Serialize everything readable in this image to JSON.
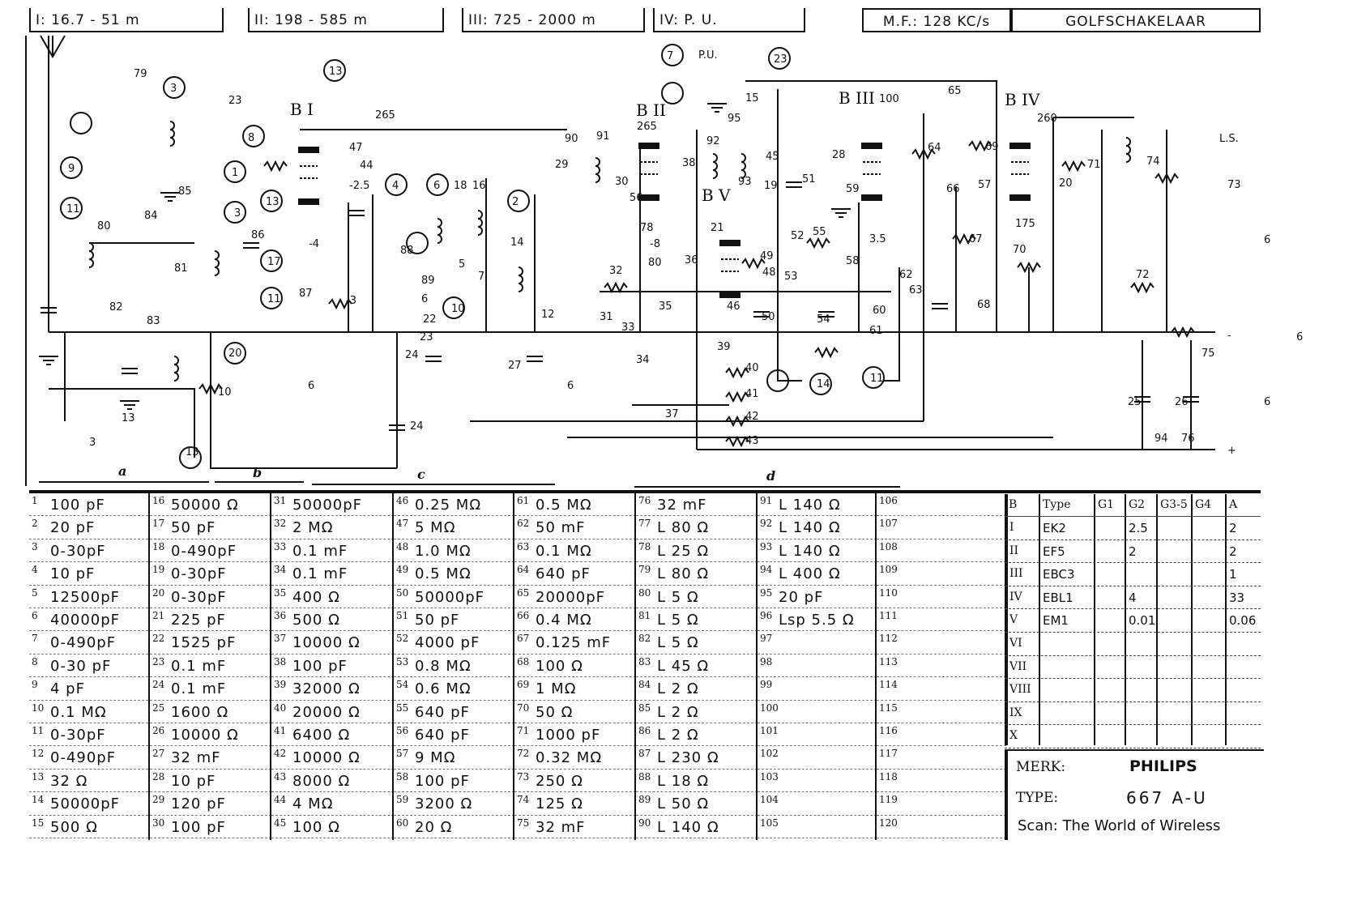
{
  "header": {
    "band_1": "I: 16.7 - 51 m",
    "band_2": "II: 198 - 585 m",
    "band_3": "III: 725 - 2000 m",
    "band_4": "IV:   P. U.",
    "mf": "M.F.: 128  KC/s",
    "title": "GOLFSCHAKELAAR"
  },
  "sections": [
    "a",
    "b",
    "c",
    "d"
  ],
  "schematic": {
    "tubes": [
      "B I",
      "B II",
      "B III",
      "B IV",
      "B V"
    ],
    "labels": [
      "13",
      "3",
      "23",
      "8",
      "9",
      "11",
      "1",
      "13",
      "17",
      "11",
      "4",
      "6",
      "18",
      "16",
      "2",
      "14",
      "3",
      "7",
      "23",
      "P.U.",
      "95",
      "265",
      "265",
      "260",
      "100",
      "65",
      "L.S.",
      "73",
      "20",
      "24",
      "25",
      "26",
      "94",
      "10",
      "14",
      "11",
      "-",
      "+",
      "3",
      "13",
      "20",
      "24",
      "27",
      "22",
      "10",
      "23",
      "29",
      "90",
      "91",
      "92",
      "93",
      "45",
      "38",
      "30",
      "31",
      "32",
      "33",
      "34",
      "35",
      "36",
      "37",
      "39",
      "40",
      "41",
      "42",
      "43",
      "48",
      "49",
      "50",
      "51",
      "52",
      "53",
      "54",
      "55",
      "58",
      "59",
      "60",
      "61",
      "62",
      "63",
      "64",
      "66",
      "67",
      "68",
      "69",
      "70",
      "71",
      "72",
      "74",
      "75",
      "76",
      "78",
      "79",
      "80",
      "81",
      "82",
      "83",
      "84",
      "85",
      "86",
      "87",
      "88",
      "89",
      "5",
      "6",
      "7",
      "12",
      "15",
      "19",
      "21",
      "28",
      "57",
      "56",
      "46",
      "47",
      "44",
      "-2.5",
      "-8",
      "-4",
      "3.5",
      "175",
      "80",
      "-3",
      "6",
      "6",
      "6",
      "6",
      "6",
      "13"
    ]
  },
  "parts": [
    [
      "1",
      "100 pF"
    ],
    [
      "2",
      "20 pF"
    ],
    [
      "3",
      "0-30pF"
    ],
    [
      "4",
      "10 pF"
    ],
    [
      "5",
      "12500pF"
    ],
    [
      "6",
      "40000pF"
    ],
    [
      "7",
      "0-490pF"
    ],
    [
      "8",
      "0-30 pF"
    ],
    [
      "9",
      "4 pF"
    ],
    [
      "10",
      "0.1 MΩ"
    ],
    [
      "11",
      "0-30pF"
    ],
    [
      "12",
      "0-490pF"
    ],
    [
      "13",
      "32 Ω"
    ],
    [
      "14",
      "50000pF"
    ],
    [
      "15",
      "500 Ω"
    ],
    [
      "16",
      "50000 Ω"
    ],
    [
      "17",
      "50 pF"
    ],
    [
      "18",
      "0-490pF"
    ],
    [
      "19",
      "0-30pF"
    ],
    [
      "20",
      "0-30pF"
    ],
    [
      "21",
      "225 pF"
    ],
    [
      "22",
      "1525 pF"
    ],
    [
      "23",
      "0.1 mF"
    ],
    [
      "24",
      "0.1 mF"
    ],
    [
      "25",
      "1600 Ω"
    ],
    [
      "26",
      "10000 Ω"
    ],
    [
      "27",
      "32 mF"
    ],
    [
      "28",
      "10 pF"
    ],
    [
      "29",
      "120 pF"
    ],
    [
      "30",
      "100 pF"
    ],
    [
      "31",
      "50000pF"
    ],
    [
      "32",
      "2 MΩ"
    ],
    [
      "33",
      "0.1 mF"
    ],
    [
      "34",
      "0.1 mF"
    ],
    [
      "35",
      "400 Ω"
    ],
    [
      "36",
      "500 Ω"
    ],
    [
      "37",
      "10000 Ω"
    ],
    [
      "38",
      "100 pF"
    ],
    [
      "39",
      "32000 Ω"
    ],
    [
      "40",
      "20000 Ω"
    ],
    [
      "41",
      "6400 Ω"
    ],
    [
      "42",
      "10000 Ω"
    ],
    [
      "43",
      "8000 Ω"
    ],
    [
      "44",
      "4 MΩ"
    ],
    [
      "45",
      "100 Ω"
    ],
    [
      "46",
      "0.25 MΩ"
    ],
    [
      "47",
      "5 MΩ"
    ],
    [
      "48",
      "1.0 MΩ"
    ],
    [
      "49",
      "0.5 MΩ"
    ],
    [
      "50",
      "50000pF"
    ],
    [
      "51",
      "50 pF"
    ],
    [
      "52",
      "4000 pF"
    ],
    [
      "53",
      "0.8 MΩ"
    ],
    [
      "54",
      "0.6 MΩ"
    ],
    [
      "55",
      "640 pF"
    ],
    [
      "56",
      "640 pF"
    ],
    [
      "57",
      "9 MΩ"
    ],
    [
      "58",
      "100 pF"
    ],
    [
      "59",
      "3200 Ω"
    ],
    [
      "60",
      "20 Ω"
    ],
    [
      "61",
      "0.5 MΩ"
    ],
    [
      "62",
      "50 mF"
    ],
    [
      "63",
      "0.1 MΩ"
    ],
    [
      "64",
      "640 pF"
    ],
    [
      "65",
      "20000pF"
    ],
    [
      "66",
      "0.4 MΩ"
    ],
    [
      "67",
      "0.125 mF"
    ],
    [
      "68",
      "100 Ω"
    ],
    [
      "69",
      "1 MΩ"
    ],
    [
      "70",
      "50 Ω"
    ],
    [
      "71",
      "1000 pF"
    ],
    [
      "72",
      "0.32 MΩ"
    ],
    [
      "73",
      "250 Ω"
    ],
    [
      "74",
      "125 Ω"
    ],
    [
      "75",
      "32 mF"
    ],
    [
      "76",
      "32 mF"
    ],
    [
      "77",
      "L  80 Ω"
    ],
    [
      "78",
      "L  25 Ω"
    ],
    [
      "79",
      "L  80 Ω"
    ],
    [
      "80",
      "L  5 Ω"
    ],
    [
      "81",
      "L  5 Ω"
    ],
    [
      "82",
      "L  5 Ω"
    ],
    [
      "83",
      "L  45 Ω"
    ],
    [
      "84",
      "L  2 Ω"
    ],
    [
      "85",
      "L  2 Ω"
    ],
    [
      "86",
      "L  2 Ω"
    ],
    [
      "87",
      "L  230 Ω"
    ],
    [
      "88",
      "L  18 Ω"
    ],
    [
      "89",
      "L  50 Ω"
    ],
    [
      "90",
      "L  140 Ω"
    ],
    [
      "91",
      "L  140 Ω"
    ],
    [
      "92",
      "L  140 Ω"
    ],
    [
      "93",
      "L  140 Ω"
    ],
    [
      "94",
      "L  400 Ω"
    ],
    [
      "95",
      "20 pF"
    ],
    [
      "96",
      "Lsp 5.5 Ω"
    ],
    [
      "97",
      ""
    ],
    [
      "98",
      ""
    ],
    [
      "99",
      ""
    ],
    [
      "100",
      ""
    ],
    [
      "101",
      ""
    ],
    [
      "102",
      ""
    ],
    [
      "103",
      ""
    ],
    [
      "104",
      ""
    ],
    [
      "105",
      ""
    ],
    [
      "106",
      ""
    ],
    [
      "107",
      ""
    ],
    [
      "108",
      ""
    ],
    [
      "109",
      ""
    ],
    [
      "110",
      ""
    ],
    [
      "111",
      ""
    ],
    [
      "112",
      ""
    ],
    [
      "113",
      ""
    ],
    [
      "114",
      ""
    ],
    [
      "115",
      ""
    ],
    [
      "116",
      ""
    ],
    [
      "117",
      ""
    ],
    [
      "118",
      ""
    ],
    [
      "119",
      ""
    ],
    [
      "120",
      ""
    ]
  ],
  "tubes_table": {
    "headers": [
      "B",
      "Type",
      "G1",
      "G2",
      "G3-5",
      "G4",
      "A"
    ],
    "rows": [
      [
        "I",
        "EK2",
        "",
        "2.5",
        "",
        "",
        "2"
      ],
      [
        "II",
        "EF5",
        "",
        "2",
        "",
        "",
        "2"
      ],
      [
        "III",
        "EBC3",
        "",
        "",
        "",
        "",
        "1"
      ],
      [
        "IV",
        "EBL1",
        "",
        "4",
        "",
        "",
        "33"
      ],
      [
        "V",
        "EM1",
        "",
        "0.01",
        "",
        "",
        "0.06"
      ],
      [
        "VI",
        "",
        "",
        "",
        "",
        "",
        ""
      ],
      [
        "VII",
        "",
        "",
        "",
        "",
        "",
        ""
      ],
      [
        "VIII",
        "",
        "",
        "",
        "",
        "",
        ""
      ],
      [
        "IX",
        "",
        "",
        "",
        "",
        "",
        ""
      ],
      [
        "X",
        "",
        "",
        "",
        "",
        "",
        ""
      ]
    ]
  },
  "info": {
    "merk_label": "MERK:",
    "merk_value": "PHILIPS",
    "type_label": "TYPE:",
    "type_value": "667 A-U",
    "scan": "Scan: The World of Wireless"
  }
}
